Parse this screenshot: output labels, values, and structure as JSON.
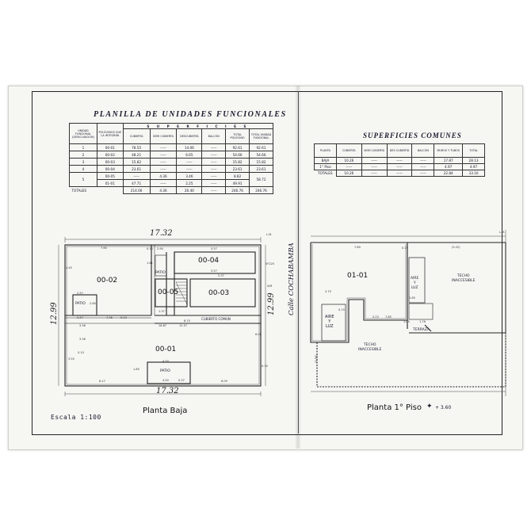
{
  "planilla": {
    "title": "PLANILLA DE UNIDADES FUNCIONALES",
    "col_uf": "UNIDAD FUNCIONAL (DESIG-NACIÓN)",
    "col_pol": "POLÍGONOS QUE LA INTEGRAN",
    "superficies": "S U P E R F I C I E S",
    "col_cubierta": "CUBIERTA",
    "col_semi": "SEMI CUBIERTA",
    "col_descubierta": "DESCUBIERTA",
    "col_balcon": "BALCÓN",
    "col_total_pol": "TOTAL POLÍGONO",
    "col_total_uf": "TOTAL UNIDAD FUNCIONAL",
    "rows": [
      {
        "uf": "1",
        "pol": "00-01",
        "cub": "78.55",
        "semi": "-----",
        "desc": "14.06",
        "bal": "-----",
        "tpol": "92.61",
        "tuf": "92.61"
      },
      {
        "uf": "2",
        "pol": "00-02",
        "cub": "48.21",
        "semi": "-----",
        "desc": "6.65",
        "bal": "-----",
        "tpol": "54.66",
        "tuf": "54.66"
      },
      {
        "uf": "3",
        "pol": "00-03",
        "cub": "15.82",
        "semi": "-----",
        "desc": "-----",
        "bal": "-----",
        "tpol": "15.82",
        "tuf": "15.82"
      },
      {
        "uf": "4",
        "pol": "00-04",
        "cub": "23.61",
        "semi": "-----",
        "desc": "-----",
        "bal": "-----",
        "tpol": "23.61",
        "tuf": "23.61"
      },
      {
        "uf": "",
        "pol": "00-05",
        "cub": "-----",
        "semi": "4.36",
        "desc": "3.46",
        "bal": "-----",
        "tpol": "8.82",
        "tuf": ""
      },
      {
        "uf": "5",
        "pol": "01-01",
        "cub": "47.71",
        "semi": "-----",
        "desc": "2.25",
        "bal": "-----",
        "tpol": "49.91",
        "tuf": "58.72"
      }
    ],
    "totals_label": "TOTALES",
    "totals": {
      "cub": "214.00",
      "semi": "4.36",
      "desc": "26.40",
      "bal": "-----",
      "tpol": "246.76",
      "tuf": "246.76"
    }
  },
  "comunes": {
    "title": "SUPERFICIES COMUNES",
    "headers": [
      "PLANTA",
      "CUBIERTA",
      "SEMI CUBIERTA",
      "DES CUBIERTA",
      "BALCÓN",
      "MUROS Y TUBOS",
      "TOTAL"
    ],
    "rows": [
      [
        "BAJA",
        "10.26",
        "-----",
        "-----",
        "-----",
        "17.87",
        "28.13"
      ],
      [
        "1° Piso",
        "-----",
        "-----",
        "-----",
        "-----",
        "4.97",
        "4.97"
      ]
    ],
    "totals": [
      "TOTALES",
      "10.26",
      "-----",
      "-----",
      "-----",
      "22.84",
      "33.10"
    ]
  },
  "planta_baja": {
    "title": "Planta Baja",
    "scale": "Escala 1:100",
    "top_dim": "17.32",
    "bottom_dim": "17.32",
    "left_dim": "12.99",
    "right_dim": "12.99",
    "street": "Calle COCHABAMBA",
    "rooms": [
      "00-02",
      "00-04",
      "00-03",
      "00-05",
      "00-01"
    ],
    "patio": "PATIO",
    "cubierto_comun": "CUBIERTO COMUN",
    "nums": {
      "n1": "7.60",
      "n2": "5.57",
      "n3": "5.37",
      "n4": "5.57",
      "n5": "2.57",
      "n6": "2.57",
      "n7": "3.36",
      "n8": "3.36",
      "n9": "7.36",
      "n10": "5.23",
      "n11": "16.87",
      "n12": "12.57",
      "n13": "8.70",
      "n14": "4.50",
      "n15": "4.50",
      "n16": "6.17",
      "n17": "6.09",
      "n18": "2.90",
      "n19": "1.61",
      "n20": "0.15",
      "n21": "0.37",
      "n22": "1.37",
      "n23": "0.30",
      "n24": "3.55",
      "n25": "1.85",
      "n26": "2.60",
      "n27": "4.45",
      "n28": "6.06",
      "n29": "L.M.",
      "n30": "S/M",
      "n31": "N°225",
      "n32": "0.10"
    }
  },
  "planta_piso": {
    "title": "Planta 1° Piso",
    "level": "+ 3.60",
    "room": "01-01",
    "aire_luz_1": "AIRE\nY\nLUZ",
    "aire_luz_2": "AIRE\nY\nLUZ",
    "techo_1": "TECHO\nINACCESIBLE",
    "techo_2": "TECHO\nINACCESIBLE",
    "terraza": "TERRAZA",
    "nums": {
      "a1": "7.80",
      "a2": "(5.22)",
      "a3": "5.23",
      "a4": "7.85",
      "a5": "2.75",
      "a6": "1.65",
      "a7": "0.15",
      "a8": "L.M.",
      "a9": "(3.50)",
      "a10": "1.05",
      "a11": "1.76",
      "a12": "0.15"
    }
  }
}
